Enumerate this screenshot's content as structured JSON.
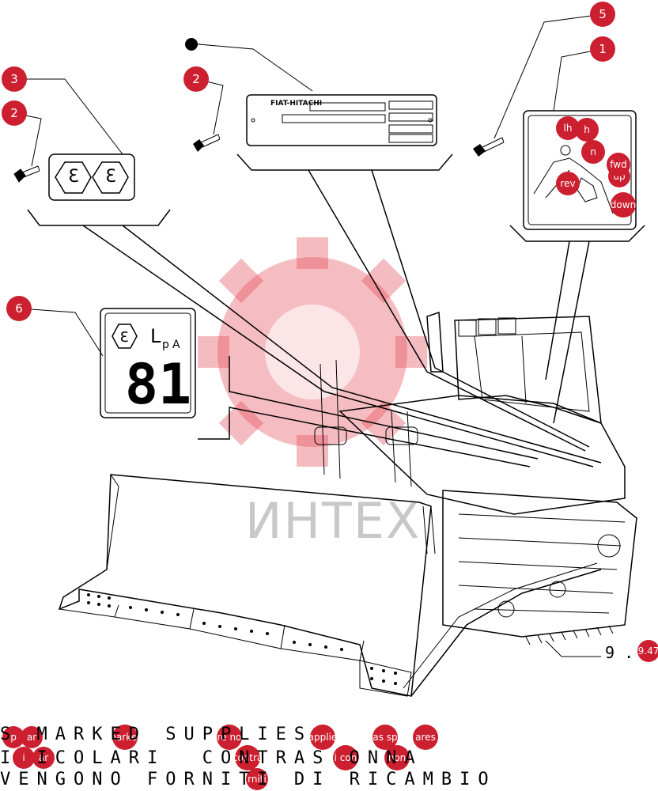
{
  "callouts": {
    "c1": "1",
    "c2a": "2",
    "c2b": "2",
    "c3": "3",
    "c5": "5",
    "c6": "6"
  },
  "plate": {
    "brand": "FIAT-HITACHI"
  },
  "sign_lpa": {
    "label_l": "L",
    "label_p": "p",
    "label_a": "A",
    "value": "81"
  },
  "lever_labels": {
    "lh": "lh",
    "rh": "h",
    "n": "n",
    "fwd": "fwd",
    "up": "up",
    "rev": "rev",
    "down": "down"
  },
  "figure_ref": {
    "text": "9 . ",
    "bubble": "9.47"
  },
  "watermark": {
    "text": "ИНТЕХ"
  },
  "notes": {
    "line1": "S MARKED SUPPLIES",
    "line2": "I ICOLARI  CONTRAS ONNA",
    "line3": "VENGONO FORNITI DI RICAMBIO"
  },
  "overlay_bubbles": {
    "b1": "p",
    "b2": "ar",
    "b3": "marked",
    "b4": "re no",
    "b5": "applie",
    "b6": "as sp",
    "b7": "ares",
    "b8": "i",
    "b9": "ar",
    "b10": "contra",
    "b11": "i con",
    "b12": "non",
    "b13": "rniti"
  }
}
